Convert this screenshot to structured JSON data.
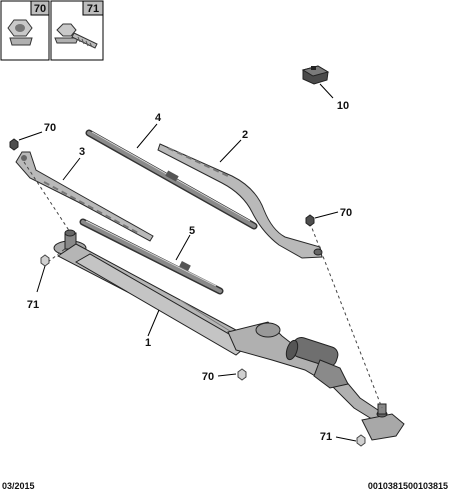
{
  "legend": {
    "box_a_number": "70",
    "box_b_number": "71"
  },
  "callouts": {
    "wiper_mechanism": "1",
    "arm_right": "2",
    "arm_left": "3",
    "blade_long": "4",
    "blade_short": "5",
    "sensor": "10",
    "nut_top_left": "70",
    "nut_right": "70",
    "nut_bottom": "70",
    "screw_left": "71",
    "screw_bottom_right": "71"
  },
  "footer": {
    "date": "03/2015",
    "reference": "0010381500103815"
  }
}
